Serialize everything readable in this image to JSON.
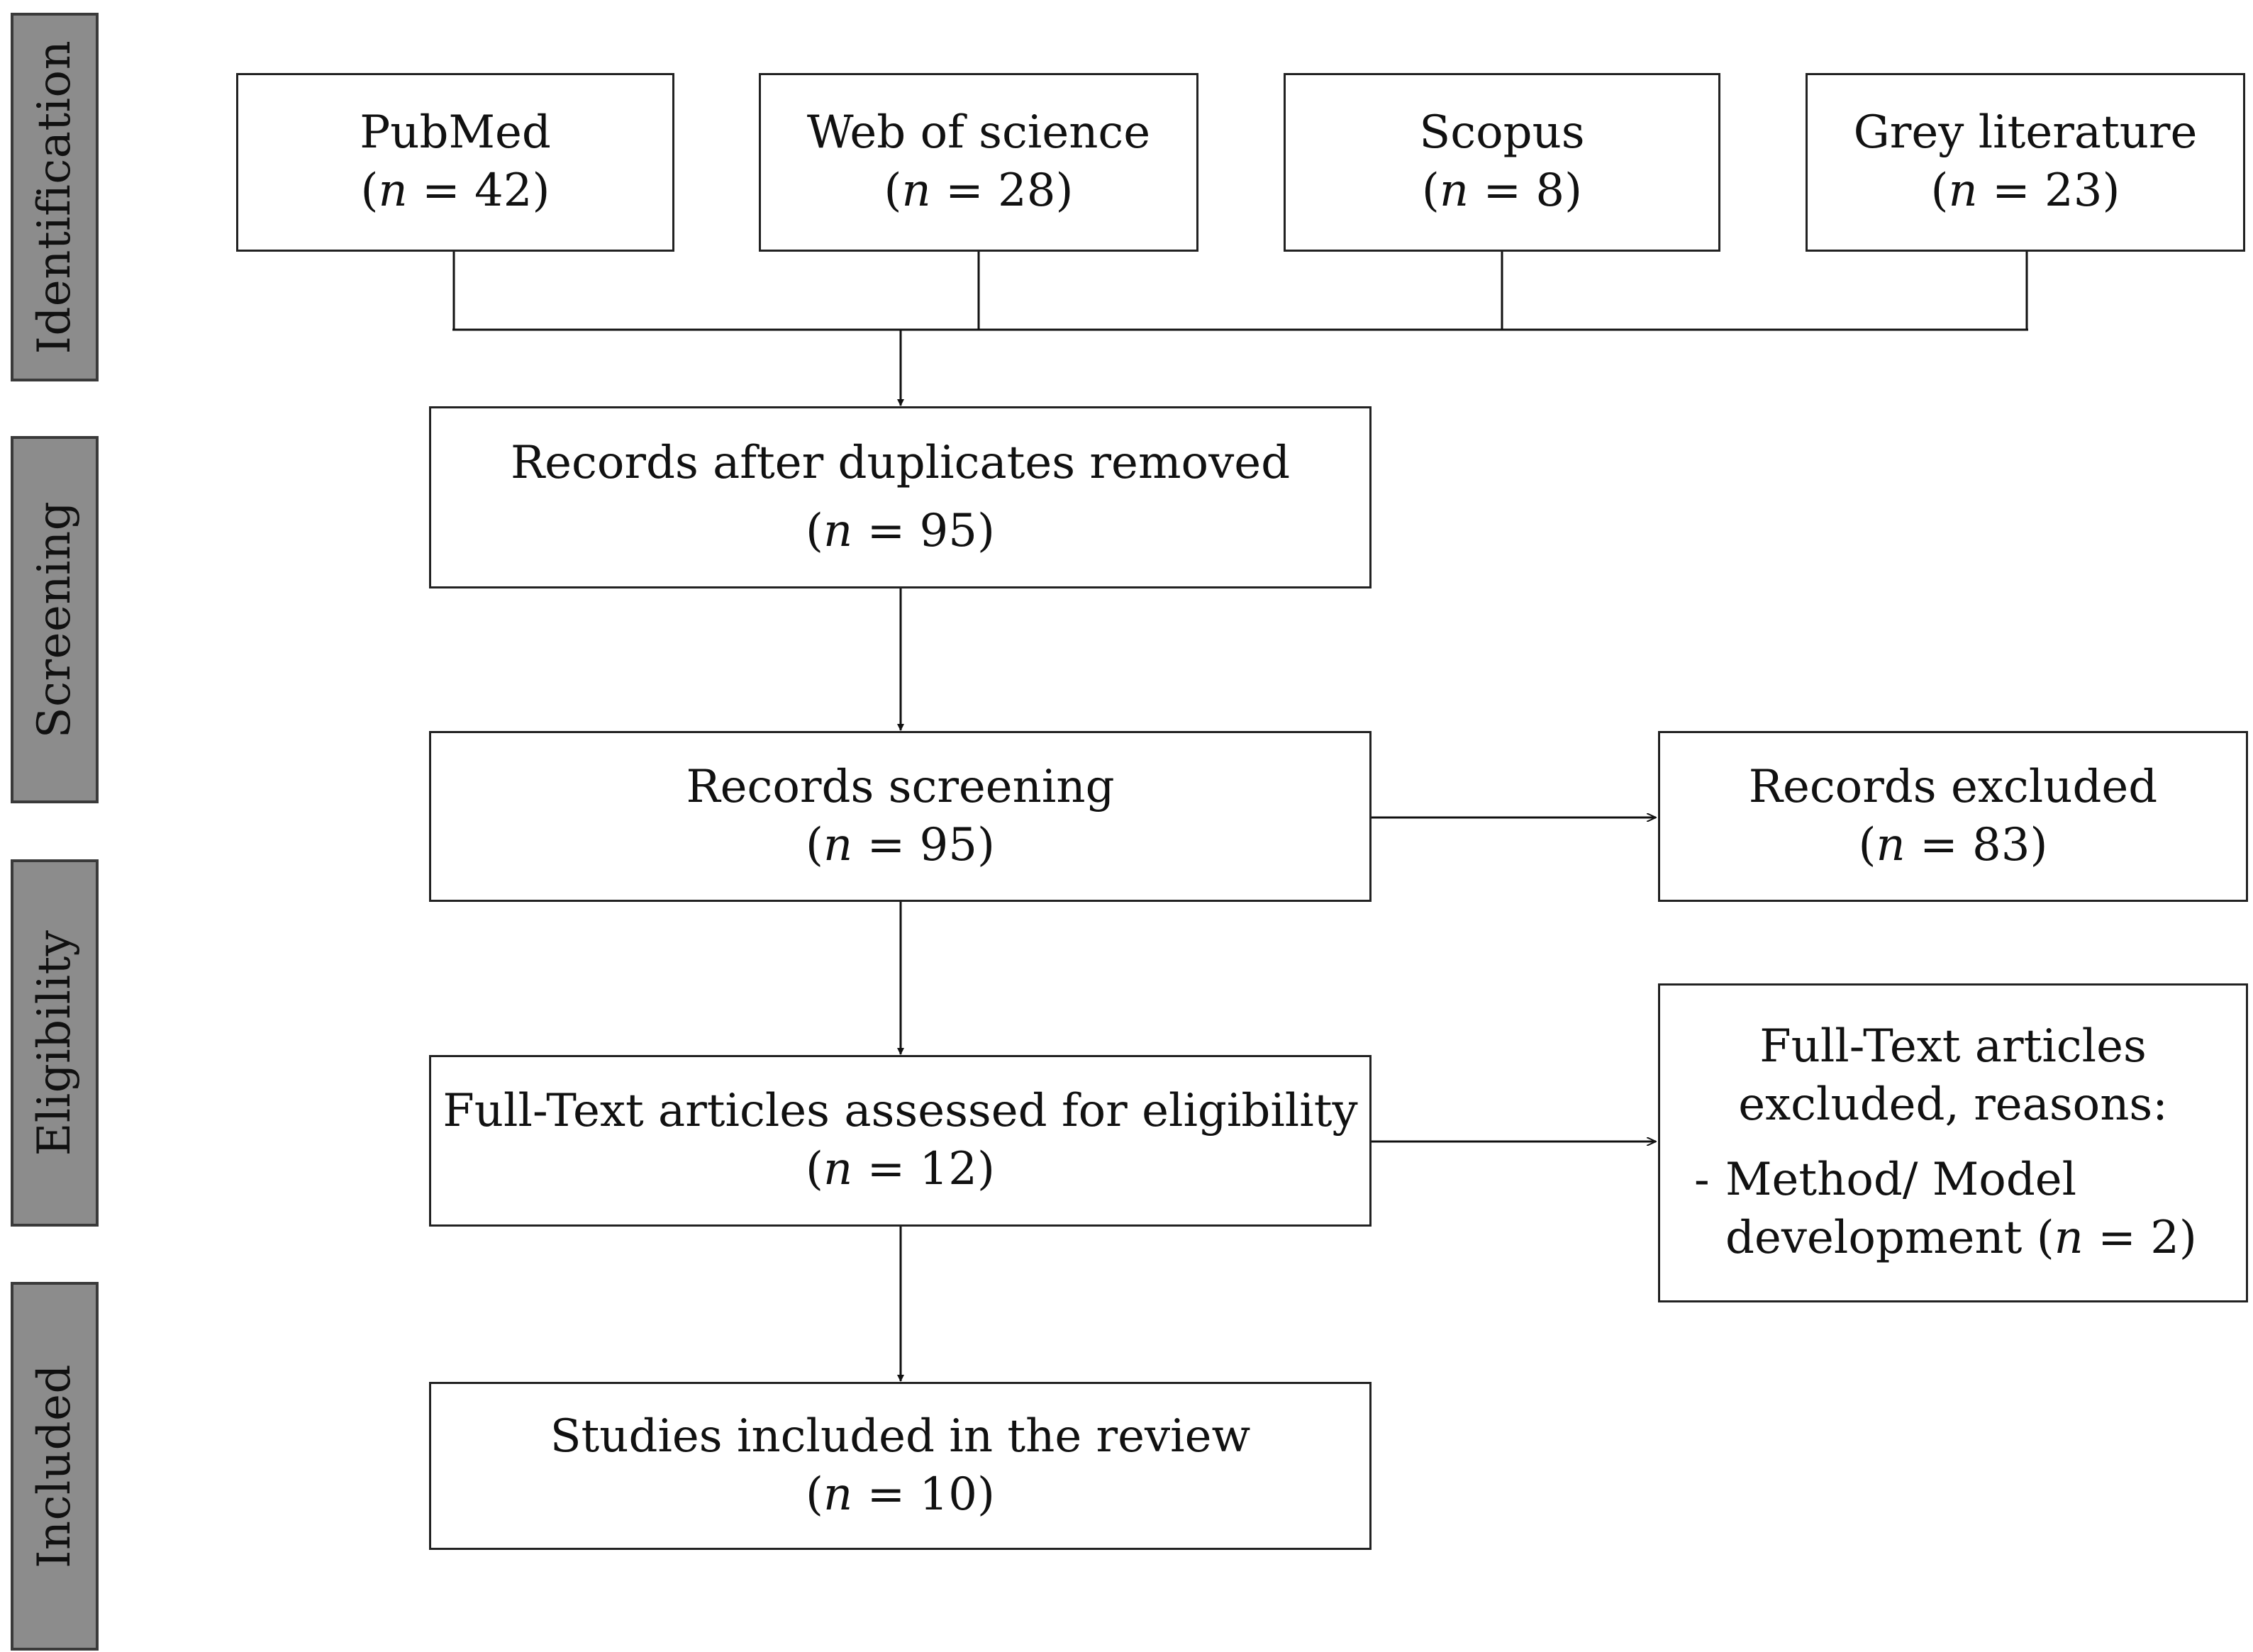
{
  "stages": [
    {
      "label": "Identification"
    },
    {
      "label": "Screening"
    },
    {
      "label": "Eligibility"
    },
    {
      "label": "Included"
    }
  ],
  "sources": [
    {
      "title": "PubMed",
      "n": "42"
    },
    {
      "title": "Web of science",
      "n": "28"
    },
    {
      "title": "Scopus",
      "n": "8"
    },
    {
      "title": "Grey literature",
      "n": "23"
    }
  ],
  "main": {
    "duplicates": {
      "title": "Records after duplicates removed",
      "n": "95"
    },
    "screening": {
      "title": "Records screening",
      "n": "95"
    },
    "fulltext": {
      "title": "Full-Text articles assessed for eligibility",
      "n": "12"
    },
    "included": {
      "title": "Studies included in the review",
      "n": "10"
    }
  },
  "side": {
    "records_excluded": {
      "title": "Records excluded",
      "n": "83"
    },
    "fulltext_excluded": {
      "title_line1": "Full-Text articles",
      "title_line2": "excluded, reasons:",
      "reason_line1": "Method/ Model",
      "reason_line2": "development",
      "reason_n": "2",
      "bullet": "-"
    }
  },
  "notation": {
    "n_symbol": "n",
    "equals": " = ",
    "open": "(",
    "close": ")"
  }
}
